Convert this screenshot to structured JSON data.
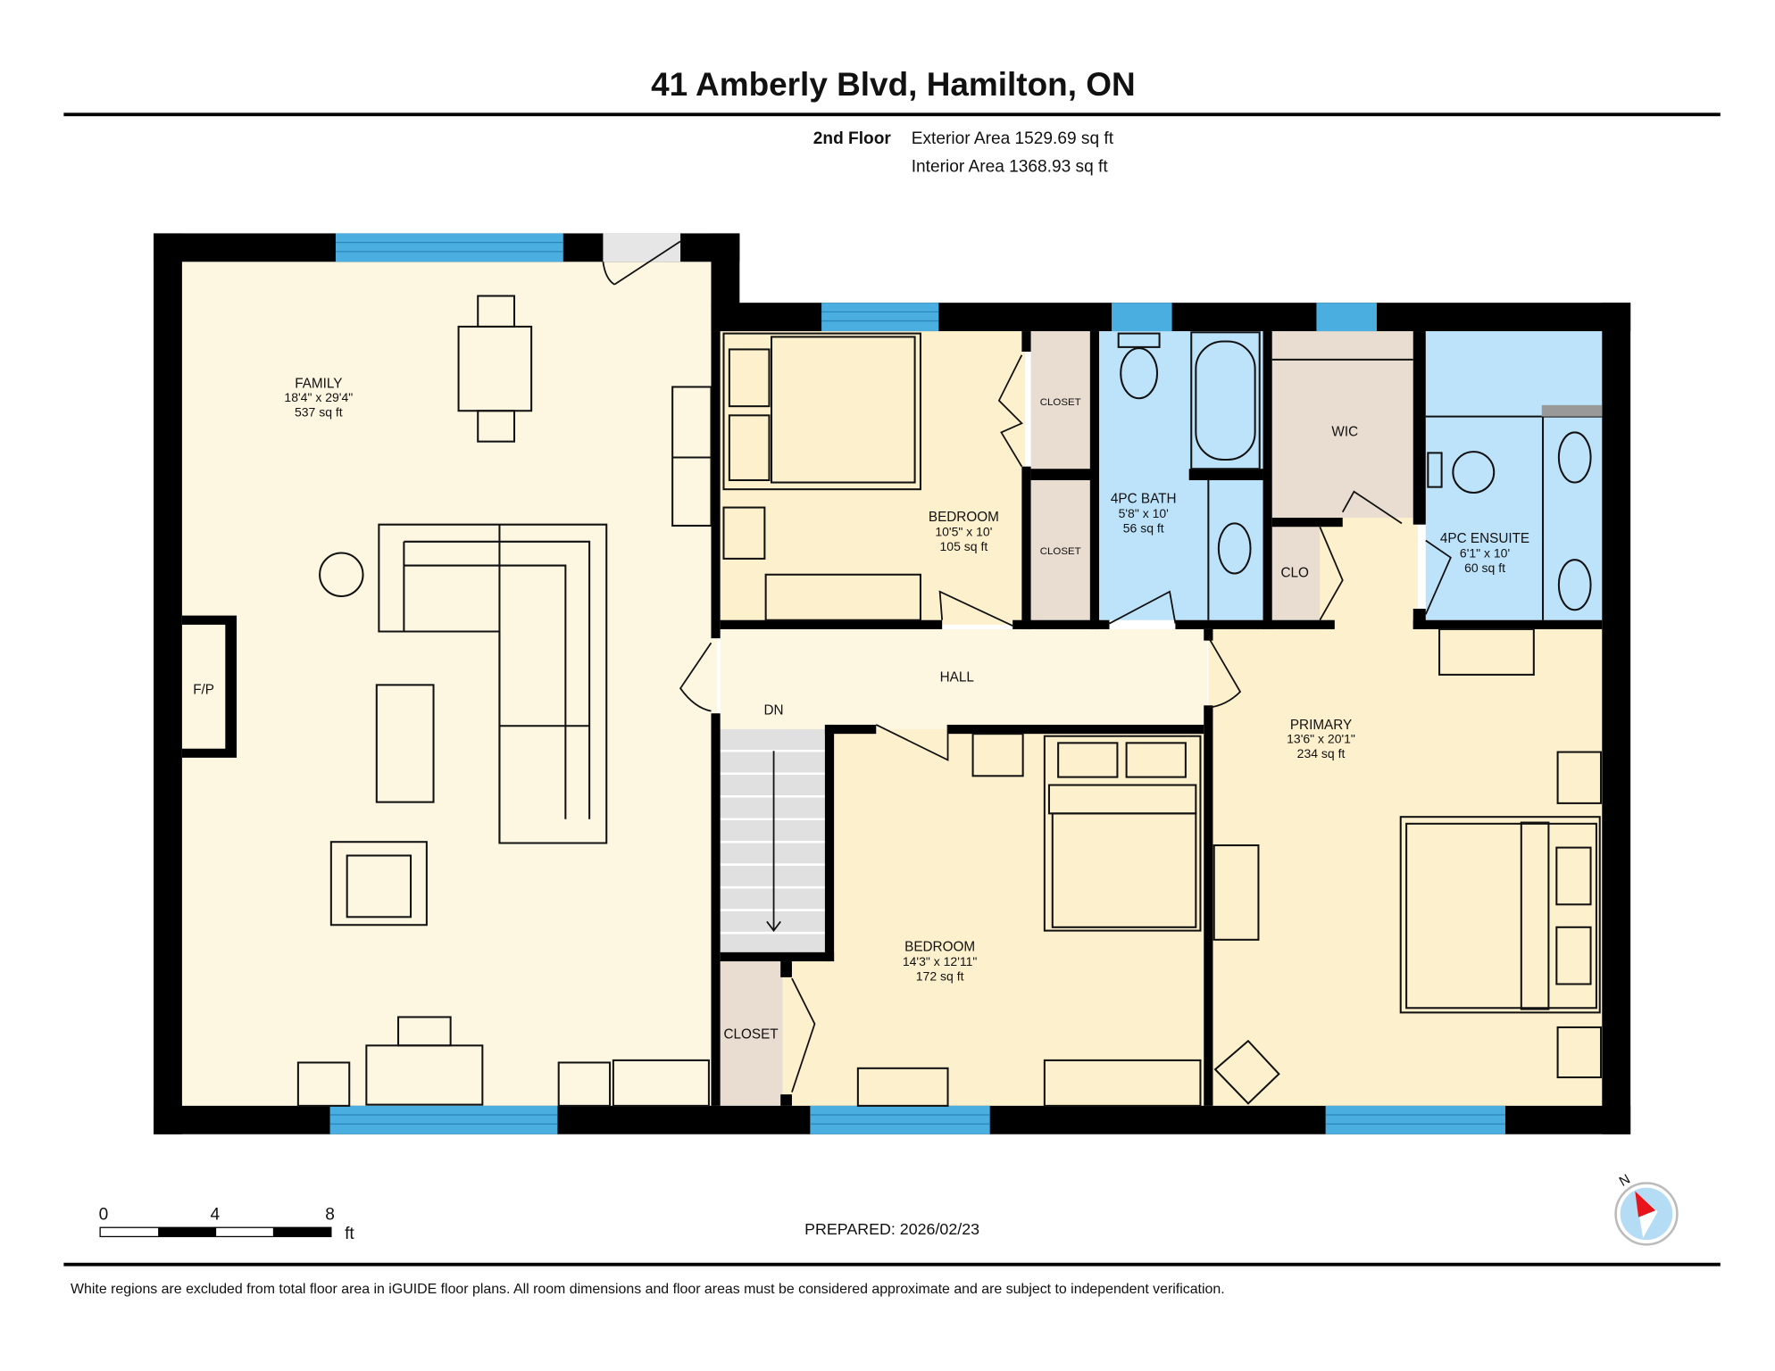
{
  "header": {
    "title": "41 Amberly Blvd, Hamilton, ON",
    "floor": "2nd Floor",
    "exterior_area": "Exterior Area 1529.69 sq ft",
    "interior_area": "Interior Area 1368.93 sq ft"
  },
  "rooms": {
    "family": {
      "name": "FAMILY",
      "dims": "18'4\" x 29'4\"",
      "area": "537 sq ft"
    },
    "bedroom1": {
      "name": "BEDROOM",
      "dims": "10'5\" x 10'",
      "area": "105 sq ft"
    },
    "bath": {
      "name": "4PC BATH",
      "dims": "5'8\" x 10'",
      "area": "56 sq ft"
    },
    "ensuite": {
      "name": "4PC ENSUITE",
      "dims": "6'1\" x 10'",
      "area": "60 sq ft"
    },
    "primary": {
      "name": "PRIMARY",
      "dims": "13'6\" x 20'1\"",
      "area": "234 sq ft"
    },
    "bedroom2": {
      "name": "BEDROOM",
      "dims": "14'3\" x 12'11\"",
      "area": "172 sq ft"
    },
    "closet_a": "CLOSET",
    "closet_b": "CLOSET",
    "closet_c": "CLOSET",
    "wic": "WIC",
    "clo": "CLO",
    "hall": "HALL",
    "stairs": "DN",
    "fireplace": "F/P"
  },
  "scale_bar": {
    "ticks": [
      "0",
      "4",
      "8"
    ],
    "unit": "ft"
  },
  "prepared": "PREPARED: 2026/02/23",
  "compass": {
    "label": "N",
    "icon": "compass-icon"
  },
  "disclaimer": "White regions are excluded from total floor area in iGUIDE floor plans. All room dimensions and floor areas must be considered approximate and are subject to independent verification.",
  "colors": {
    "living": "#fdf6e1",
    "bedroom": "#fdf0cc",
    "bath": "#bde3fb",
    "closet": "#e8ddd0",
    "window": "#4aaee0",
    "stairs": "#d9d9d9"
  }
}
